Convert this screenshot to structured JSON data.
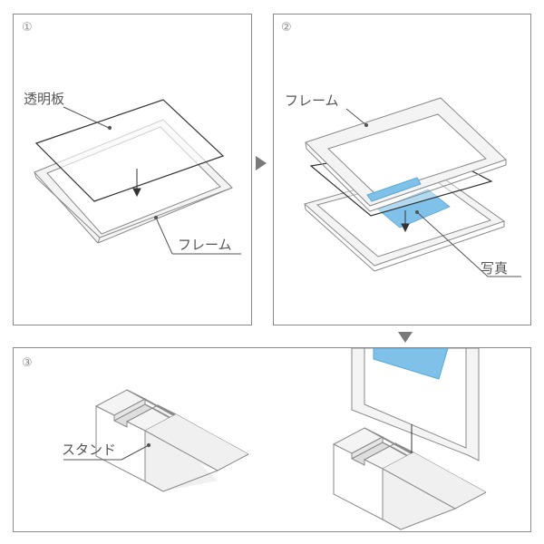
{
  "steps": [
    {
      "number": "①",
      "labels": {
        "acrylic": "透明板",
        "frame": "フレーム"
      }
    },
    {
      "number": "②",
      "labels": {
        "frame": "フレーム",
        "photo": "写真"
      }
    },
    {
      "number": "③",
      "labels": {
        "stand": "スタンド"
      }
    }
  ],
  "colors": {
    "stroke": "#8a8a8a",
    "frame_fill": "#f4f4f4",
    "photo": "#7fc1e8",
    "line": "#333333"
  },
  "icons": [
    "arrow-right-icon",
    "arrow-down-icon"
  ]
}
